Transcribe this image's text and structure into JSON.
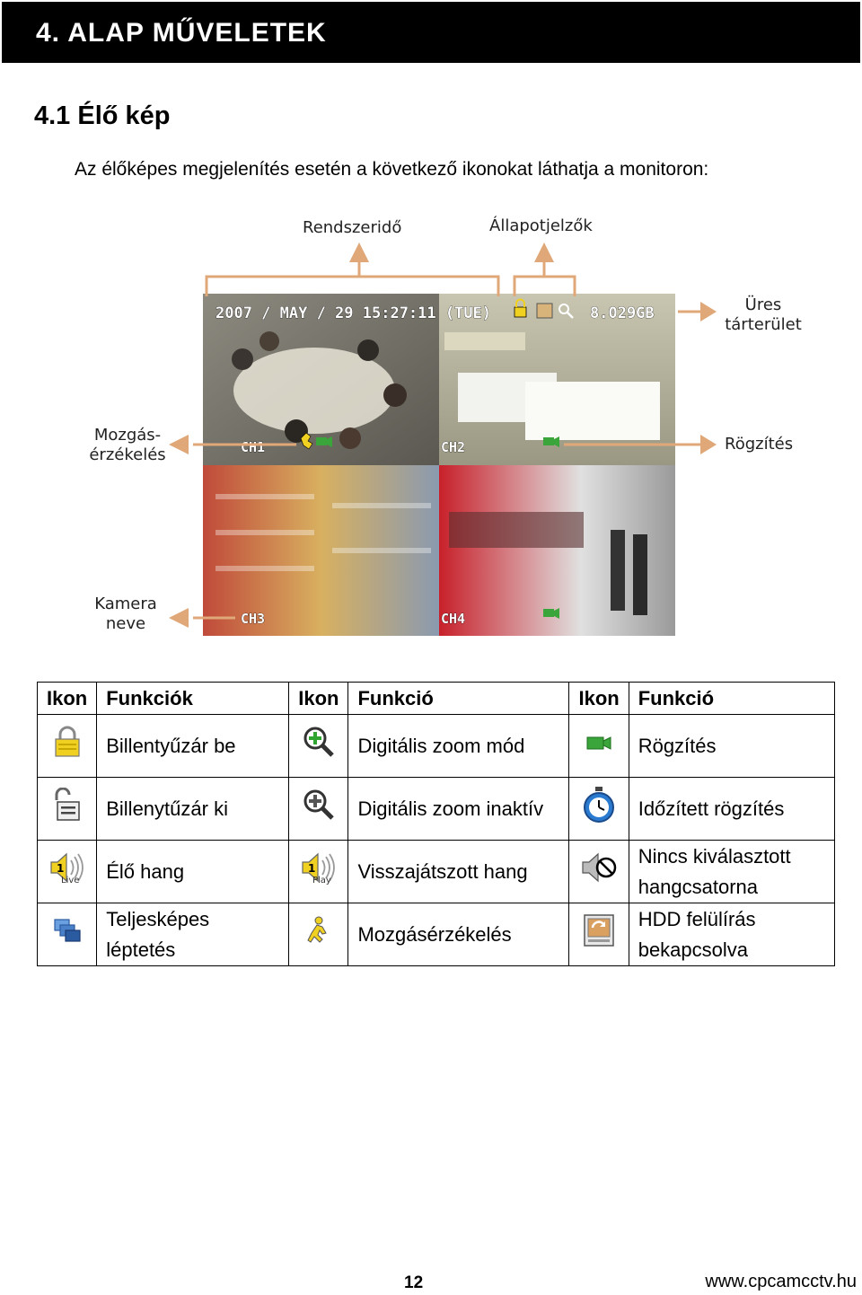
{
  "chapter": {
    "title": "4. ALAP MŰVELETEK"
  },
  "section": {
    "title": "4.1 Élő kép"
  },
  "intro": "Az élőképes megjelenítés esetén a következő ikonokat láthatja a monitoron:",
  "figure": {
    "labels": {
      "system_time": "Rendszeridő",
      "status": "Állapotjelzők",
      "free_space_1": "Üres",
      "free_space_2": "tárterület",
      "motion_1": "Mozgás-",
      "motion_2": "érzékelés",
      "recording": "Rögzítés",
      "camera_name_1": "Kamera",
      "camera_name_2": "neve"
    },
    "osd": {
      "datetime": "2007 / MAY / 29 15:27:11 (TUE)",
      "free_space": "8.029GB",
      "channels": [
        "CH1",
        "CH2",
        "CH3",
        "CH4"
      ]
    }
  },
  "table": {
    "headers": [
      "Ikon",
      "Funkciók",
      "Ikon",
      "Funkció",
      "Ikon",
      "Funkció"
    ],
    "rows": [
      [
        {
          "icon": "key-lock-on-icon",
          "text": "Billentyűzár be"
        },
        {
          "icon": "zoom-in-icon",
          "text": "Digitális zoom mód"
        },
        {
          "icon": "record-camera-icon",
          "text": "Rögzítés"
        }
      ],
      [
        {
          "icon": "key-lock-off-icon",
          "text": "Billenytűzár ki"
        },
        {
          "icon": "zoom-inactive-icon",
          "text": "Digitális zoom inaktív"
        },
        {
          "icon": "timer-record-icon",
          "text": "Időzített rögzítés"
        }
      ],
      [
        {
          "icon": "live-audio-icon",
          "text": "Élő hang"
        },
        {
          "icon": "playback-audio-icon",
          "text": "Visszajátszott hang"
        },
        {
          "icon": "no-audio-icon",
          "text": "Nincs kiválasztott hangcsatorna"
        }
      ],
      [
        {
          "icon": "full-screen-sequence-icon",
          "text": "Teljesképes léptetés"
        },
        {
          "icon": "motion-detection-icon",
          "text": "Mozgásérzékelés"
        },
        {
          "icon": "hdd-overwrite-icon",
          "text": "HDD felülírás bekapcsolva"
        }
      ]
    ],
    "icon_words": {
      "live": "Live",
      "play": "Play"
    }
  },
  "footer": {
    "page_number": "12",
    "website": "www.cpcamcctv.hu"
  },
  "colors": {
    "arrow": "#e0a878",
    "lock": "#f0d020",
    "record_green": "#3aa53a",
    "clock_blue": "#2a7ad0"
  }
}
